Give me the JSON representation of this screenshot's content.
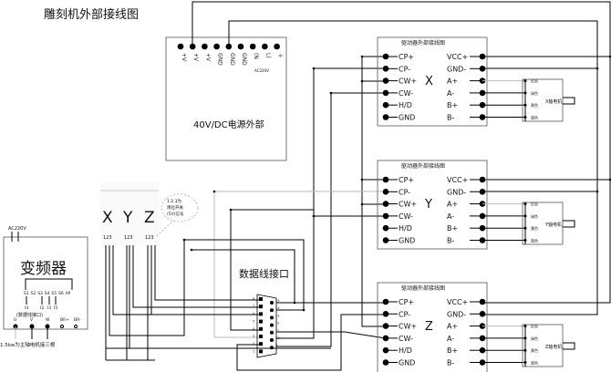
{
  "title": "雕刻机外部接线图",
  "power_supply": {
    "label": "40V/DC电源外部",
    "pins": [
      "+V",
      "+V",
      "+V",
      "GND",
      "GND",
      "GND",
      "(N",
      "L)",
      "⏚"
    ],
    "ac_label": "AC220V"
  },
  "drivers": [
    {
      "axis": "X",
      "header": "驱动器外部接线图",
      "left_pins": [
        "CP+",
        "CP-",
        "CW+",
        "CW-",
        "H/D",
        "GND"
      ],
      "right_pins": [
        "VCC+",
        "GND-",
        "A+",
        "A-",
        "B+",
        "B-"
      ],
      "motor": {
        "label": "X轴电机",
        "wires": [
          "红色",
          "绿色",
          "黄色",
          "蓝色"
        ]
      }
    },
    {
      "axis": "Y",
      "header": "驱动器外部接线图",
      "left_pins": [
        "CP+",
        "CP-",
        "CW+",
        "CW-",
        "H/D",
        "GND"
      ],
      "right_pins": [
        "VCC+",
        "GND-",
        "A+",
        "A-",
        "B+",
        "B-"
      ],
      "motor": {
        "label": "Y轴电机",
        "wires": [
          "红色",
          "绿色",
          "黄色",
          "蓝色"
        ]
      }
    },
    {
      "axis": "Z",
      "header": "驱动器外部接线图",
      "left_pins": [
        "CP+",
        "CP-",
        "CW+",
        "CW-",
        "H/D",
        "GND"
      ],
      "right_pins": [
        "VCC+",
        "GND-",
        "A+",
        "A-",
        "B+",
        "B-"
      ],
      "motor": {
        "label": "Z轴电机",
        "wires": [
          "红色",
          "绿色",
          "黄色",
          "蓝色"
        ]
      }
    }
  ],
  "limit_switches": {
    "axes": [
      "X",
      "Y",
      "Z"
    ],
    "pins": [
      "123",
      "123",
      "123"
    ],
    "note": [
      "1.2.3为",
      "限位开关",
      "(5V)信号"
    ]
  },
  "inverter": {
    "label": "变频器",
    "ac_label": "AC220V",
    "terminals": [
      "S1",
      "S2",
      "S3",
      "S4",
      "S5",
      "S6",
      "AP"
    ],
    "data_pins": [
      "I4",
      "I2",
      "I3",
      "I5"
    ],
    "data_label": "(数据线接口)",
    "outputs": [
      "U",
      "V",
      "W",
      "BR+",
      "BR-"
    ],
    "note": "1.5kw为主轴电机接三根"
  },
  "data_port": {
    "label": "数据线接口",
    "left_pins": [
      "8",
      "7",
      "6",
      "5",
      "4",
      "3",
      "2",
      "1"
    ],
    "right_pins": [
      "15",
      "14",
      "13",
      "12",
      "11",
      "10",
      "9"
    ]
  }
}
